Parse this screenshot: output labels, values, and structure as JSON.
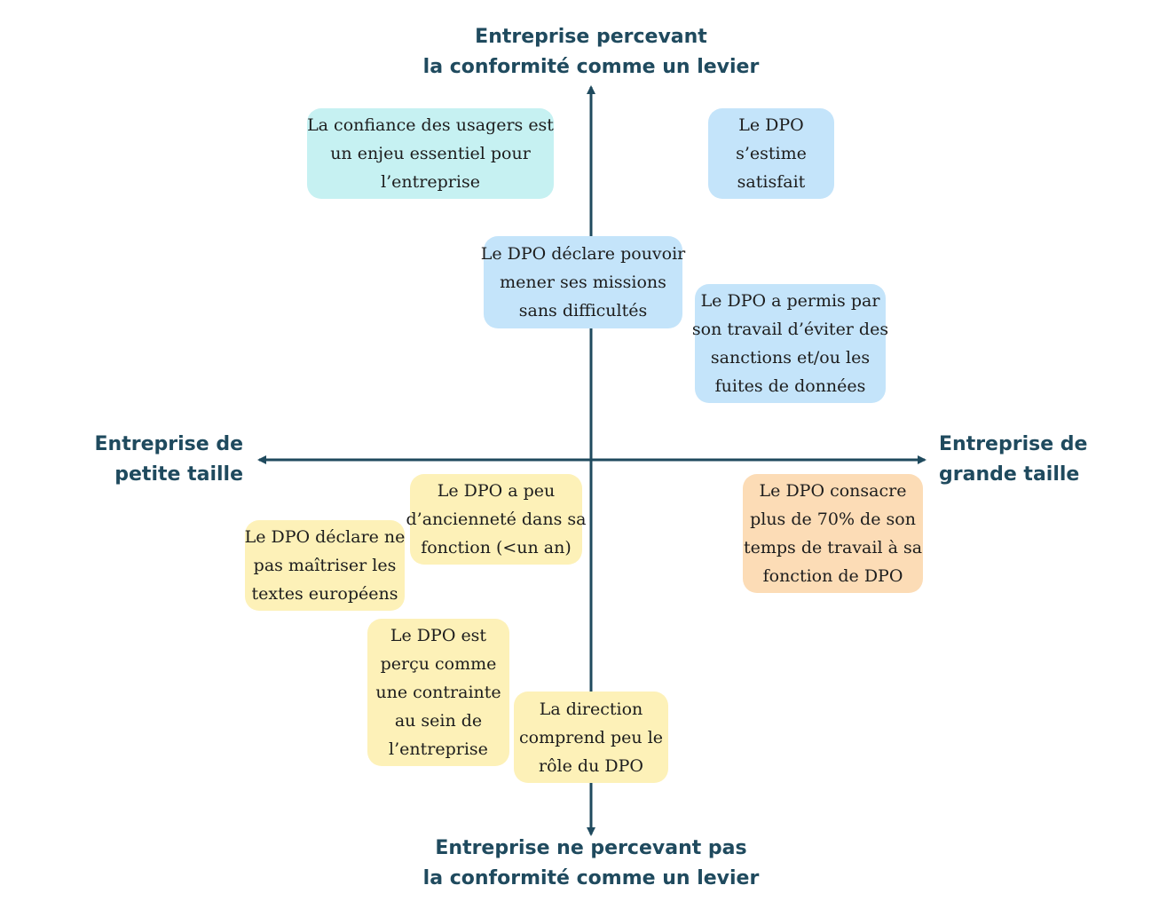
{
  "colors": {
    "axis": "#1f4a5e",
    "cyan_card": "#c6f1f2",
    "blue_card": "#c4e4fa",
    "yellow_card": "#fdf1b8",
    "orange_card": "#fcdcb6"
  },
  "axes": {
    "top": [
      "Entreprise percevant",
      "la conformité comme un levier"
    ],
    "bottom": [
      "Entreprise ne percevant pas",
      "la conformité comme un levier"
    ],
    "left": [
      "Entreprise de",
      "petite taille"
    ],
    "right": [
      "Entreprise de",
      "grande taille"
    ]
  },
  "cards": [
    {
      "id": "confiance",
      "lines": [
        "La confiance des usagers est",
        "un enjeu essentiel pour",
        "l’entreprise"
      ],
      "color": "#c6f1f2"
    },
    {
      "id": "satisfait",
      "lines": [
        "Le DPO",
        "s’estime",
        "satisfait"
      ],
      "color": "#c4e4fa"
    },
    {
      "id": "missions",
      "lines": [
        "Le DPO déclare pouvoir",
        "mener ses missions",
        "sans difficultés"
      ],
      "color": "#c4e4fa"
    },
    {
      "id": "sanctions",
      "lines": [
        "Le DPO a permis par",
        "son travail d’éviter des",
        "sanctions et/ou les",
        "fuites de données"
      ],
      "color": "#c4e4fa"
    },
    {
      "id": "anciennete",
      "lines": [
        "Le DPO a peu",
        "d’ancienneté dans sa",
        "fonction (<un an)"
      ],
      "color": "#fdf1b8"
    },
    {
      "id": "consacre",
      "lines": [
        "Le DPO consacre",
        "plus de 70% de son",
        "temps de travail à sa",
        "fonction de DPO"
      ],
      "color": "#fcdcb6"
    },
    {
      "id": "maitriser",
      "lines": [
        "Le DPO déclare ne",
        "pas maîtriser les",
        "textes européens"
      ],
      "color": "#fdf1b8"
    },
    {
      "id": "contrainte",
      "lines": [
        "Le DPO est",
        "perçu comme",
        "une contrainte",
        "au sein de",
        "l’entreprise"
      ],
      "color": "#fdf1b8"
    },
    {
      "id": "direction",
      "lines": [
        "La direction",
        "comprend peu le",
        "rôle du DPO"
      ],
      "color": "#fdf1b8"
    }
  ]
}
